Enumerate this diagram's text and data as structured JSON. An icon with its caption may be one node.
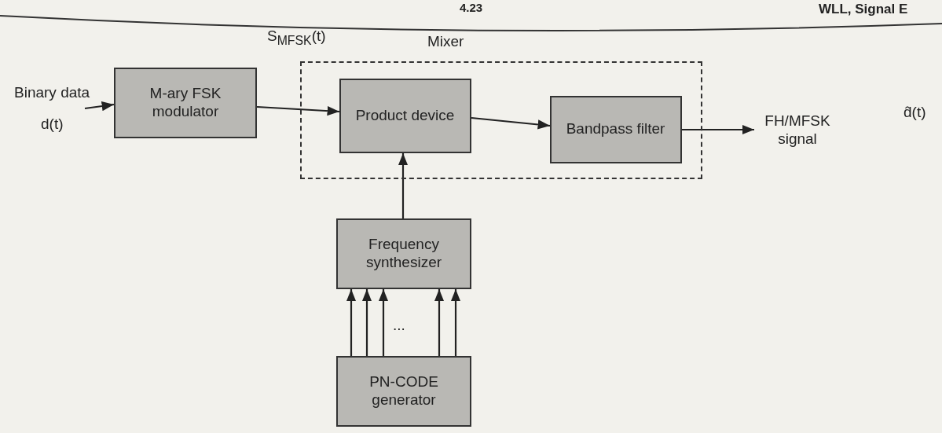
{
  "diagram": {
    "nodes": [
      {
        "text": [
          "Mixer"
        ]
      },
      {
        "text": [
          "M-ary FSK modulator"
        ]
      },
      {
        "text": [
          "Product device"
        ],
        "in": 0
      },
      {
        "text": [
          "Bandpass filter"
        ],
        "in": 0
      },
      {
        "text": [
          "Frequency synthesizer"
        ]
      },
      {
        "text": [
          "PN-CODE generator"
        ]
      },
      {
        "text": [
          "FH/MFSK signal"
        ]
      }
    ],
    "edges": [
      {
        "from": null,
        "to": 1,
        "arrow": "to"
      },
      {
        "from": 1,
        "to": 2,
        "arrow": "to"
      },
      {
        "from": 2,
        "to": 3,
        "arrow": "to"
      },
      {
        "from": 3,
        "to": 6,
        "arrow": "to"
      },
      {
        "from": 4,
        "to": 2,
        "arrow": "to"
      },
      {
        "from": 5,
        "to": 4,
        "arrow": "to"
      },
      {
        "from": 5,
        "to": 4,
        "arrow": "to"
      },
      {
        "from": 5,
        "to": 4,
        "arrow": "to"
      },
      {
        "from": 5,
        "to": 4,
        "arrow": "to"
      },
      {
        "from": 5,
        "to": 4,
        "arrow": "to"
      }
    ],
    "labels": [
      "4.23",
      "WLL, Signal E",
      "S$_{MFSK}$(t)",
      "Binary data",
      "d(t)",
      "d̂(t)",
      "..."
    ]
  }
}
